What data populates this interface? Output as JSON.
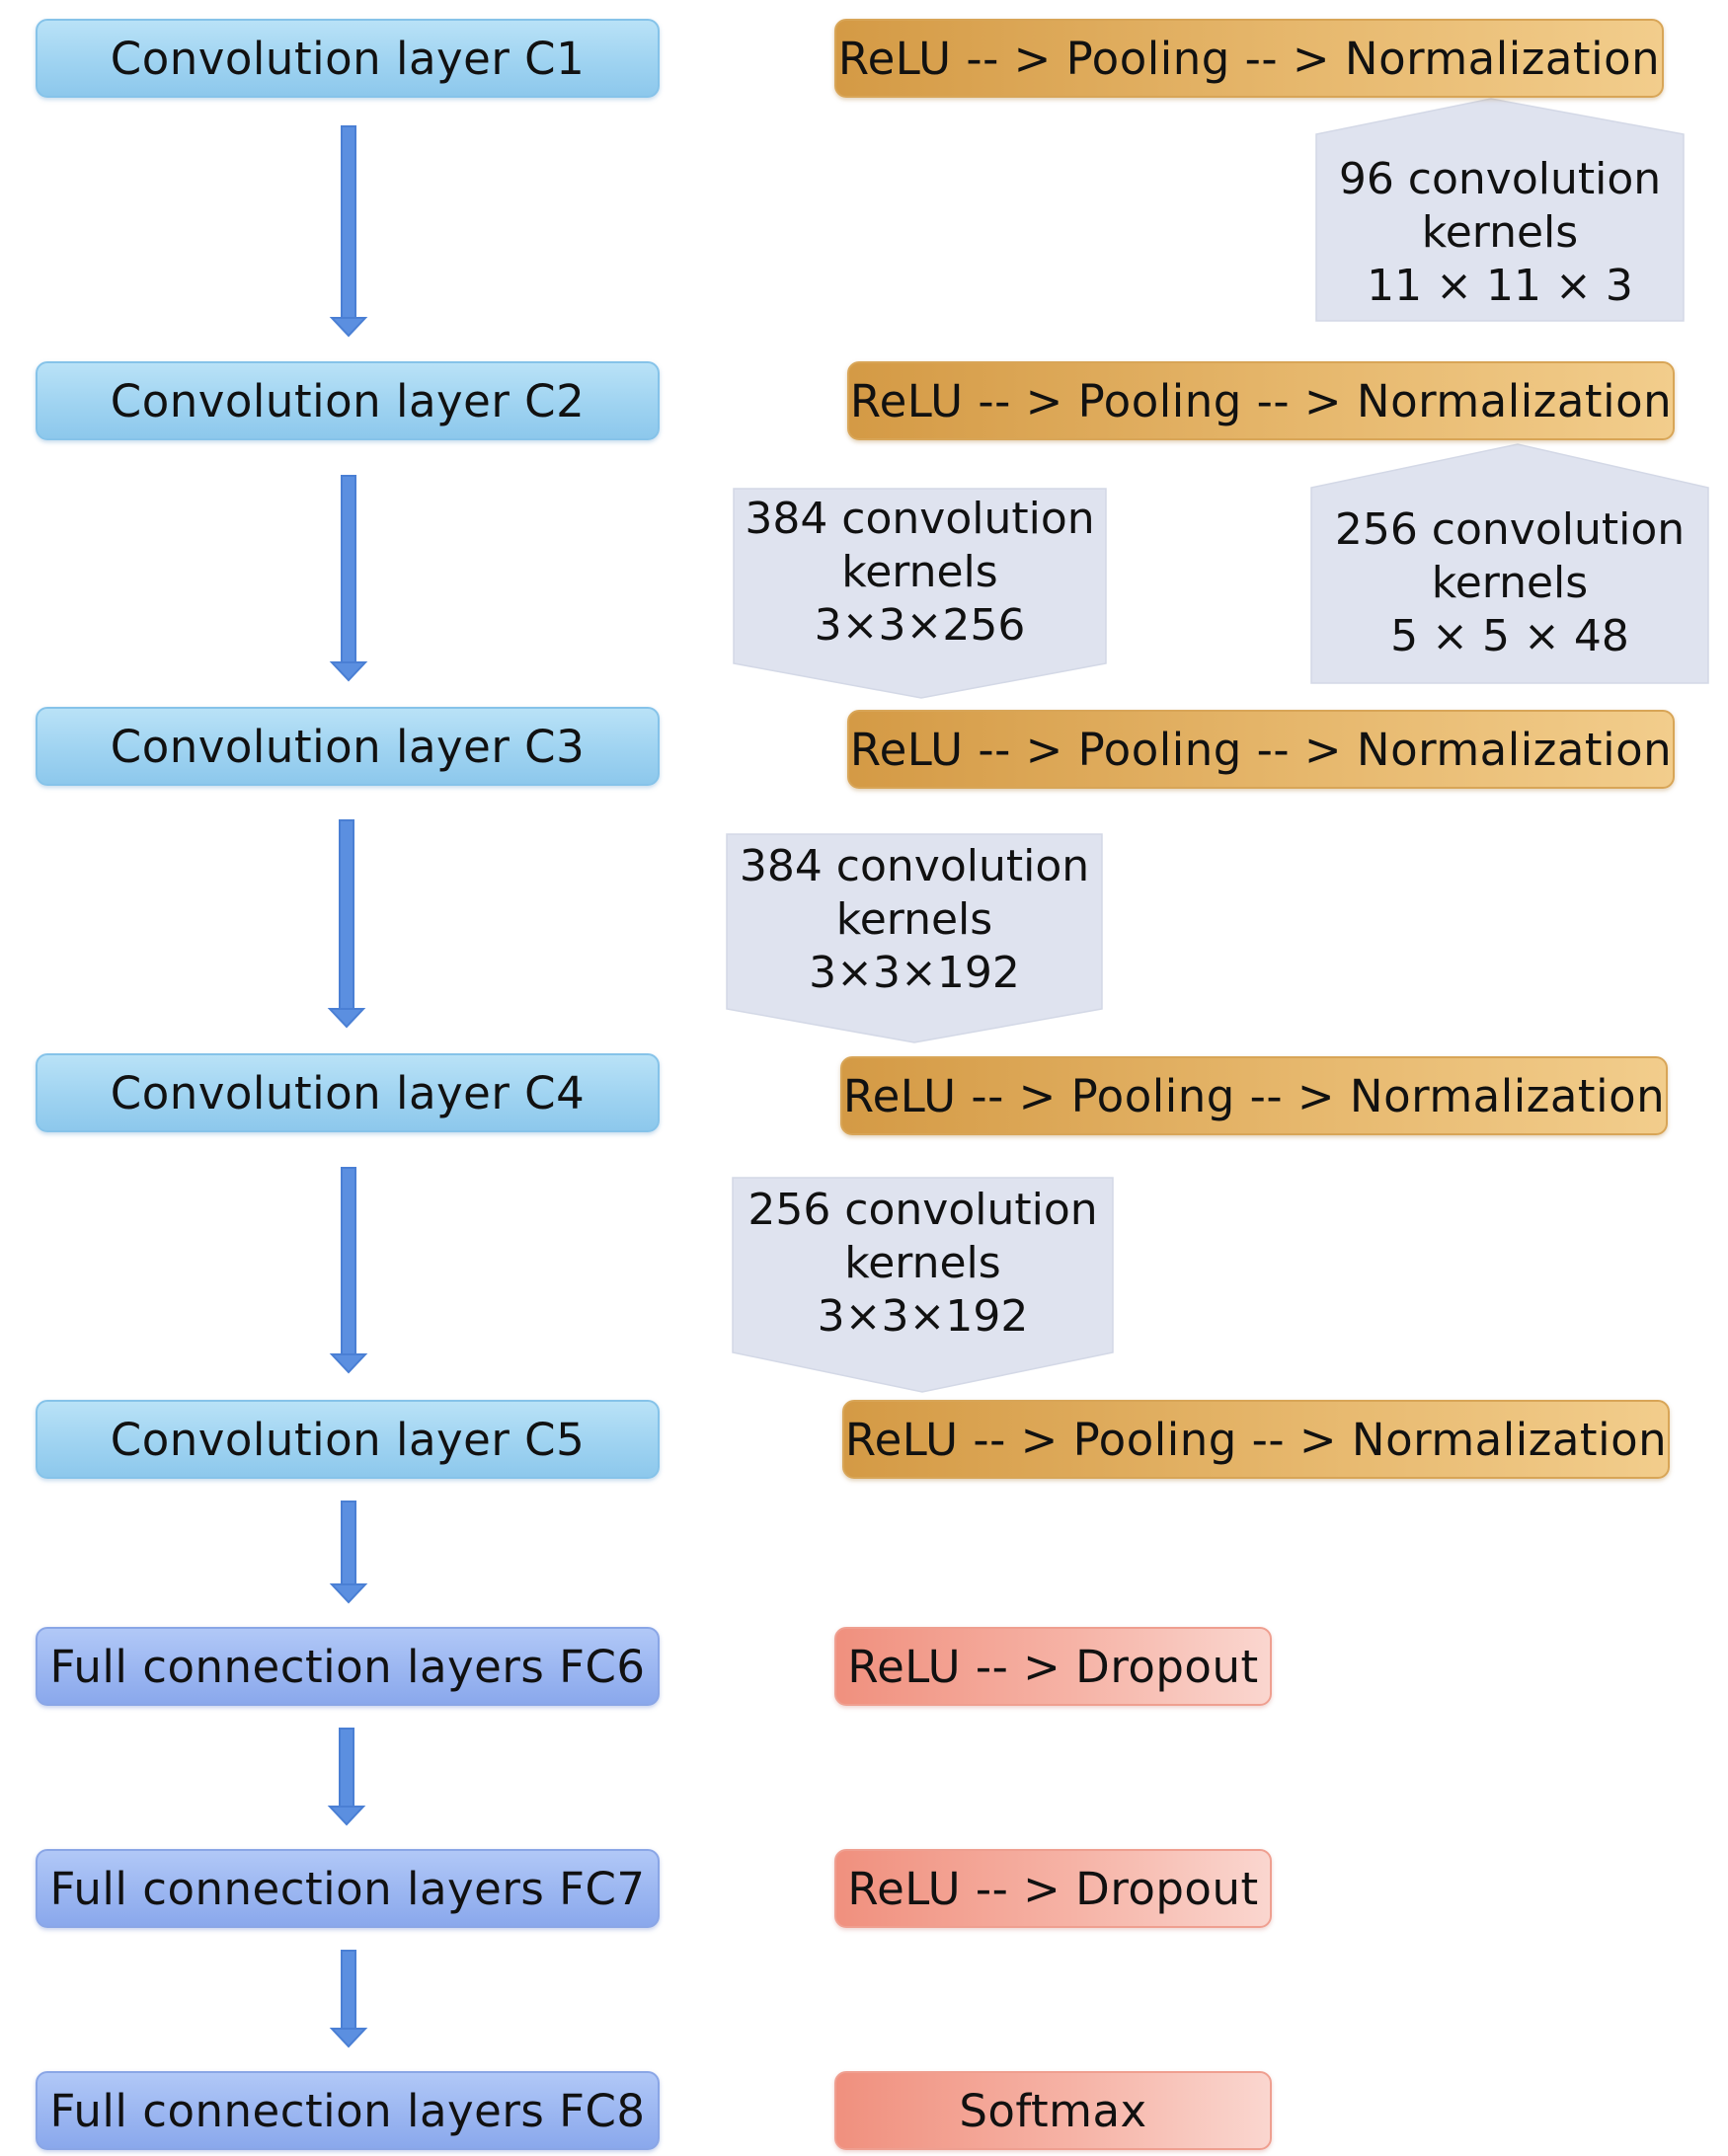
{
  "colors": {
    "conv_layer": "#9fd3f1",
    "fc_layer": "#9bb6f1",
    "op_orange": "#e6b76c",
    "op_red": "#f6b3a6",
    "kernel_box": "#dfe3ef",
    "arrow": "#5b8fe0"
  },
  "layers": [
    {
      "label": "Convolution layer C1"
    },
    {
      "label": "Convolution layer C2"
    },
    {
      "label": "Convolution layer C3"
    },
    {
      "label": "Convolution layer C4"
    },
    {
      "label": "Convolution layer C5"
    },
    {
      "label": "Full connection layers FC6"
    },
    {
      "label": "Full connection layers FC7"
    },
    {
      "label": "Full connection layers FC8"
    }
  ],
  "operations": [
    {
      "label": "ReLU -- > Pooling -- > Normalization"
    },
    {
      "label": "ReLU -- > Pooling -- > Normalization"
    },
    {
      "label": "ReLU -- > Pooling -- > Normalization"
    },
    {
      "label": "ReLU -- > Pooling -- > Normalization"
    },
    {
      "label": "ReLU -- > Pooling -- > Normalization"
    },
    {
      "label": "ReLU -- > Dropout"
    },
    {
      "label": "ReLU -- > Dropout"
    },
    {
      "label": "Softmax"
    }
  ],
  "kernels": [
    {
      "line1": "96 convolution",
      "line2": "kernels",
      "line3": "11 × 11 × 3"
    },
    {
      "line1": "256 convolution",
      "line2": "kernels",
      "line3": "5 × 5 × 48"
    },
    {
      "line1": "384 convolution",
      "line2": "kernels",
      "line3": "3×3×256"
    },
    {
      "line1": "384 convolution",
      "line2": "kernels",
      "line3": "3×3×192"
    },
    {
      "line1": "256 convolution",
      "line2": "kernels",
      "line3": "3×3×192"
    }
  ]
}
